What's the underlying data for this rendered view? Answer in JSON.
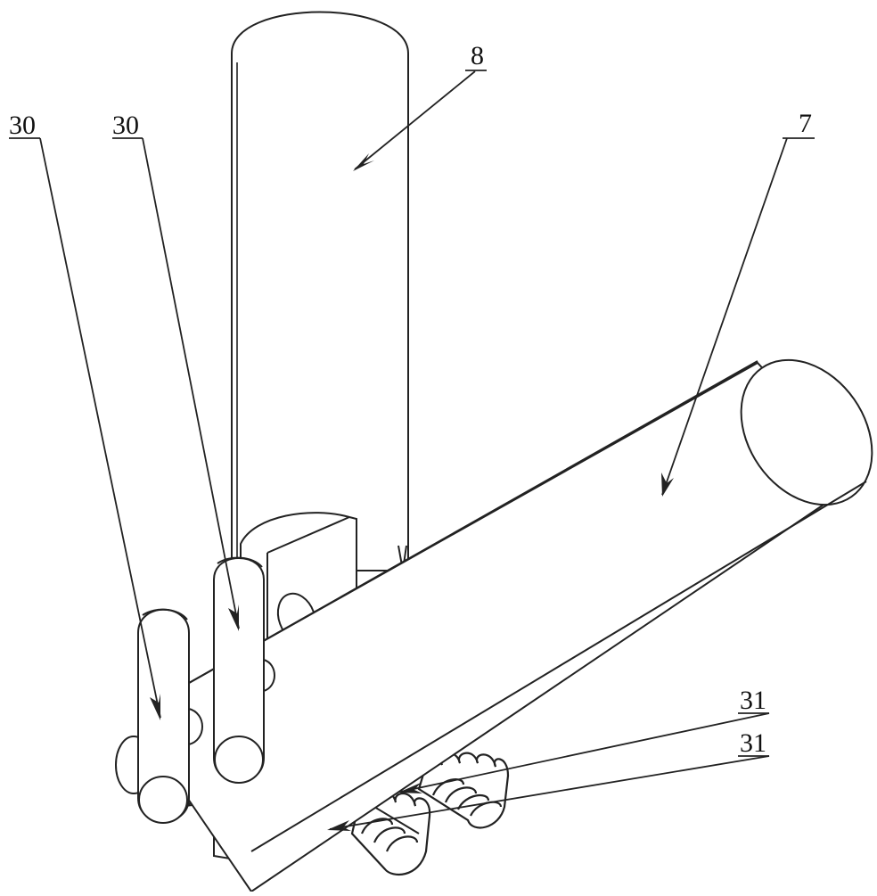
{
  "figure": {
    "labels": [
      {
        "id": "label-8",
        "text": "8"
      },
      {
        "id": "label-7",
        "text": "7"
      },
      {
        "id": "label-30a",
        "text": "30"
      },
      {
        "id": "label-30b",
        "text": "30"
      },
      {
        "id": "label-31a",
        "text": "31"
      },
      {
        "id": "label-31b",
        "text": "31"
      }
    ],
    "colors": {
      "line": "#222222",
      "background": "#ffffff"
    }
  }
}
